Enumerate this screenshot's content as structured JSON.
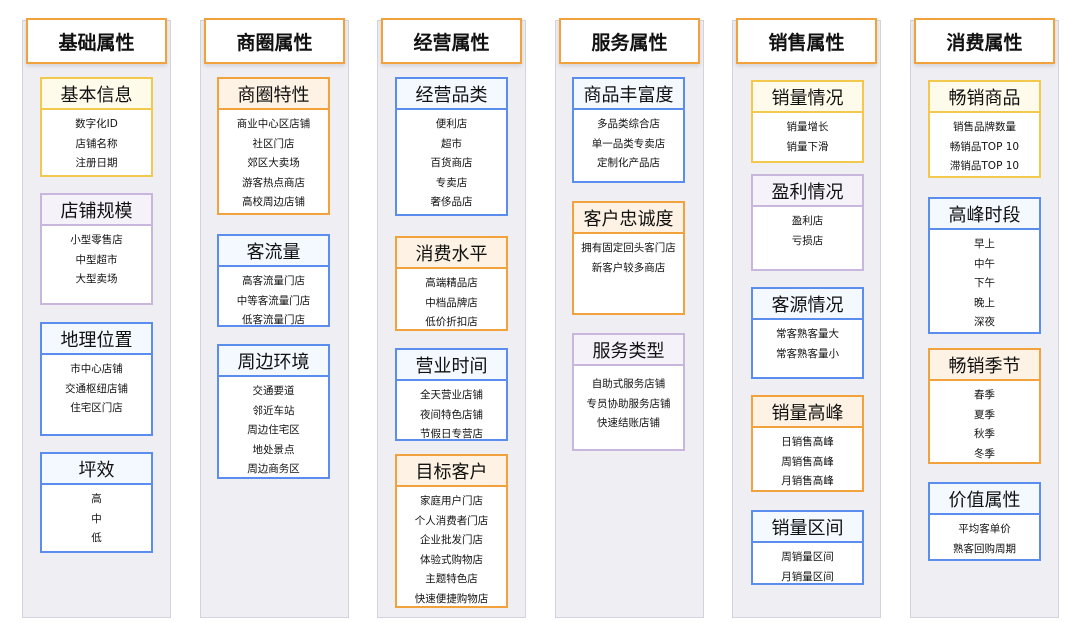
{
  "columns": [
    {
      "title": "基础属性",
      "boxes": [
        {
          "title": "基本信息",
          "items": [
            "数字化ID",
            "店铺名称",
            "注册日期"
          ]
        },
        {
          "title": "店铺规模",
          "items": [
            "小型零售店",
            "中型超市",
            "大型卖场"
          ]
        },
        {
          "title": "地理位置",
          "items": [
            "市中心店铺",
            "交通枢纽店铺",
            "住宅区门店"
          ]
        },
        {
          "title": "坪效",
          "items": [
            "高",
            "中",
            "低"
          ]
        }
      ]
    },
    {
      "title": "商圈属性",
      "boxes": [
        {
          "title": "商圈特性",
          "items": [
            "商业中心区店铺",
            "社区门店",
            "郊区大卖场",
            "游客热点商店",
            "高校周边店铺"
          ]
        },
        {
          "title": "客流量",
          "items": [
            "高客流量门店",
            "中等客流量门店",
            "低客流量门店"
          ]
        },
        {
          "title": "周边环境",
          "items": [
            "交通要道",
            "邻近车站",
            "周边住宅区",
            "地处景点",
            "周边商务区"
          ]
        }
      ]
    },
    {
      "title": "经营属性",
      "boxes": [
        {
          "title": "经营品类",
          "items": [
            "便利店",
            "超市",
            "百货商店",
            "专卖店",
            "奢侈品店"
          ]
        },
        {
          "title": "消费水平",
          "items": [
            "高端精品店",
            "中档品牌店",
            "低价折扣店"
          ]
        },
        {
          "title": "营业时间",
          "items": [
            "全天营业店铺",
            "夜间特色店铺",
            "节假日专营店"
          ]
        },
        {
          "title": "目标客户",
          "items": [
            "家庭用户门店",
            "个人消费者门店",
            "企业批发门店",
            "体验式购物店",
            "主题特色店",
            "快速便捷购物店"
          ]
        }
      ]
    },
    {
      "title": "服务属性",
      "boxes": [
        {
          "title": "商品丰富度",
          "items": [
            "多品类综合店",
            "单一品类专卖店",
            "定制化产品店"
          ]
        },
        {
          "title": "客户忠诚度",
          "items": [
            "拥有固定回头客门店",
            "新客户较多商店"
          ]
        },
        {
          "title": "服务类型",
          "items": [
            "自助式服务店铺",
            "专员协助服务店铺",
            "快速结账店铺"
          ]
        }
      ]
    },
    {
      "title": "销售属性",
      "boxes": [
        {
          "title": "销量情况",
          "items": [
            "销量增长",
            "销量下滑"
          ]
        },
        {
          "title": "盈利情况",
          "items": [
            "盈利店",
            "亏损店"
          ]
        },
        {
          "title": "客源情况",
          "items": [
            "常客熟客量大",
            "常客熟客量小"
          ]
        },
        {
          "title": "销量高峰",
          "items": [
            "日销售高峰",
            "周销售高峰",
            "月销售高峰"
          ]
        },
        {
          "title": "销量区间",
          "items": [
            "周销量区间",
            "月销量区间"
          ]
        }
      ]
    },
    {
      "title": "消费属性",
      "boxes": [
        {
          "title": "畅销商品",
          "items": [
            "销售品牌数量",
            "畅销品TOP 10",
            "滞销品TOP 10"
          ]
        },
        {
          "title": "高峰时段",
          "items": [
            "早上",
            "中午",
            "下午",
            "晚上",
            "深夜"
          ]
        },
        {
          "title": "畅销季节",
          "items": [
            "春季",
            "夏季",
            "秋季",
            "冬季"
          ]
        },
        {
          "title": "价值属性",
          "items": [
            "平均客单价",
            "熟客回购周期"
          ]
        }
      ]
    }
  ]
}
